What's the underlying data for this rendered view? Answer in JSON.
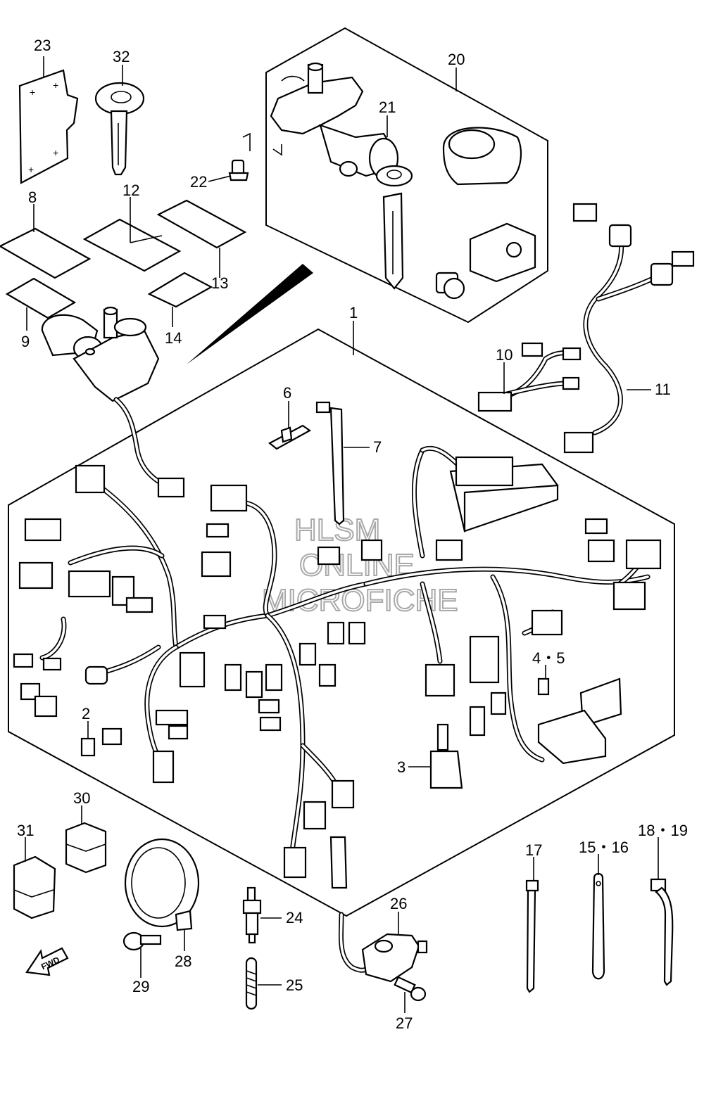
{
  "callouts": {
    "c1": "1",
    "c2": "2",
    "c3": "3",
    "c45": "4・5",
    "c6": "6",
    "c7": "7",
    "c8": "8",
    "c9": "9",
    "c10": "10",
    "c11": "11",
    "c12": "12",
    "c13": "13",
    "c14": "14",
    "c1516": "15・16",
    "c17": "17",
    "c1819": "18・19",
    "c20": "20",
    "c21": "21",
    "c22": "22",
    "c23": "23",
    "c24": "24",
    "c25": "25",
    "c26": "26",
    "c27": "27",
    "c28": "28",
    "c29": "29",
    "c30": "30",
    "c31": "31",
    "c32": "32"
  },
  "watermark": {
    "line1": "HLSM",
    "line2": "ONLINE",
    "line3": "MICROFICHE"
  },
  "fwd_label": "FWD"
}
